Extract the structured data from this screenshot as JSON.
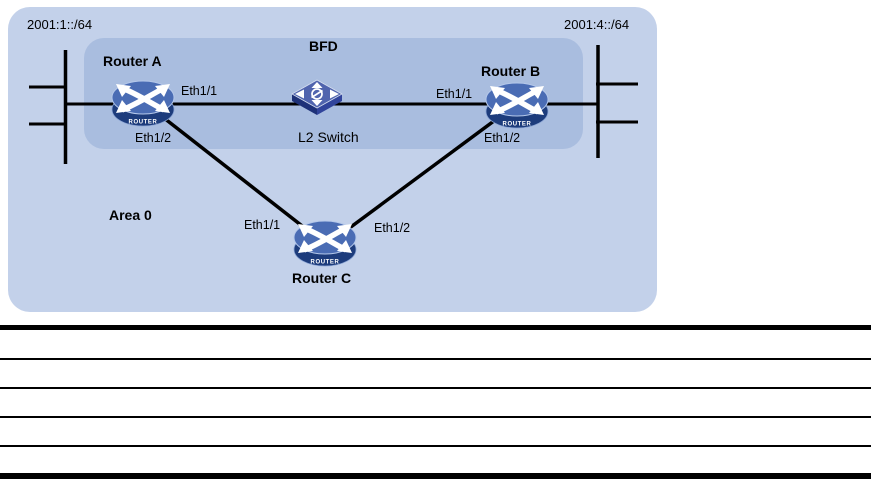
{
  "figure": {
    "subnet_left": "2001:1::/64",
    "subnet_right": "2001:4::/64",
    "bfd_label": "BFD",
    "area_label": "Area 0",
    "nodes": {
      "router_a": "Router A",
      "router_b": "Router B",
      "router_c": "Router C",
      "l2_switch": "L2 Switch",
      "router_badge": "ROUTER"
    },
    "interfaces": {
      "a_eth1_1": "Eth1/1",
      "a_eth1_2": "Eth1/2",
      "b_eth1_1": "Eth1/1",
      "b_eth1_2": "Eth1/2",
      "c_eth1_1": "Eth1/1",
      "c_eth1_2": "Eth1/2"
    },
    "colors": {
      "outer_region": "#c3d1ea",
      "inner_region": "#a9bddf",
      "link_line": "#000000",
      "router_top": "#4a6cb4",
      "router_base": "#1d3c7c",
      "switch_top": "#5064ae",
      "switch_side_dark": "#1e3178",
      "switch_side_mid": "#31449b"
    }
  },
  "table": {
    "row_count": 5,
    "content": ""
  }
}
